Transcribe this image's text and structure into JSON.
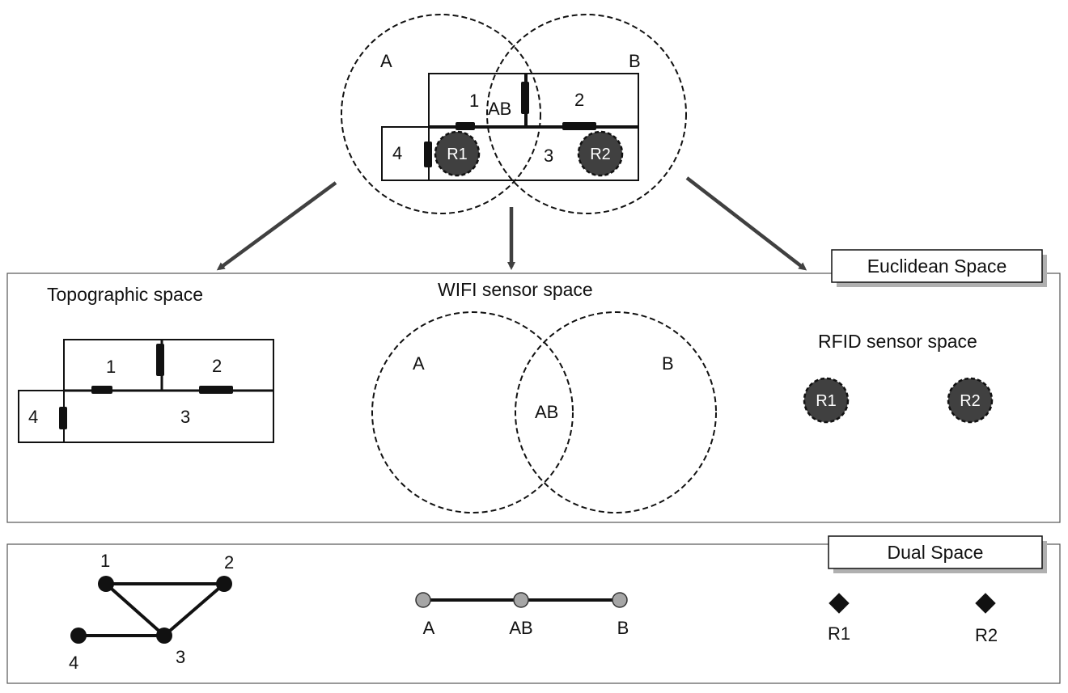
{
  "top": {
    "circle_a": "A",
    "circle_b": "B",
    "overlap": "AB",
    "rooms": [
      "1",
      "2",
      "3",
      "4"
    ],
    "tags": [
      "R1",
      "R2"
    ]
  },
  "euclidean": {
    "badge": "Euclidean Space",
    "topographic": {
      "title": "Topographic space",
      "rooms": [
        "1",
        "2",
        "3",
        "4"
      ]
    },
    "wifi": {
      "title": "WIFI sensor space",
      "a": "A",
      "b": "B",
      "ab": "AB"
    },
    "rfid": {
      "title": "RFID sensor space",
      "tags": [
        "R1",
        "R2"
      ]
    }
  },
  "dual": {
    "badge": "Dual Space",
    "topo_nodes": [
      "1",
      "2",
      "3",
      "4"
    ],
    "wifi_nodes": [
      "A",
      "AB",
      "B"
    ],
    "rfid_nodes": [
      "R1",
      "R2"
    ]
  },
  "colors": {
    "arrow": "#404040",
    "tag_fill": "#404040",
    "wifi_node": "#a6a6a6",
    "node": "#111111"
  }
}
